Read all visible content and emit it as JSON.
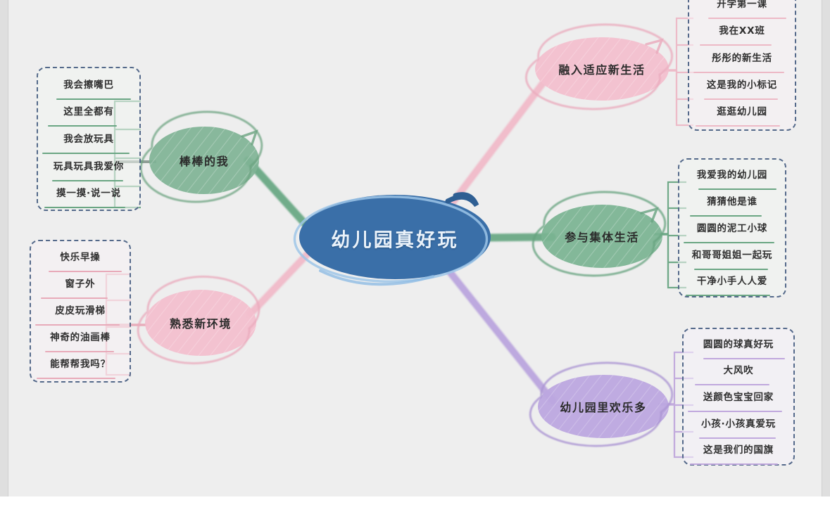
{
  "canvas": {
    "background_color": "#eeeeee",
    "page_background_color": "#ffffff"
  },
  "mindmap": {
    "center": {
      "label": "幼儿园真好玩",
      "color": "#3a6fa8",
      "text_color": "#eaf2fa"
    },
    "branches": [
      {
        "id": "branch-bangbang-de-wo",
        "label": "棒棒的我",
        "color": "#6aa683",
        "side": "left",
        "leaf_color": "#6aa683",
        "items": [
          "我会擦嘴巴",
          "这里全都有",
          "我会放玩具",
          "玩具玩具我爱你",
          "摸一摸·说一说"
        ]
      },
      {
        "id": "branch-shuxi-xin-huanjing",
        "label": "熟悉新环境",
        "color": "#f0bccb",
        "side": "left",
        "leaf_color": "#e8aab9",
        "items": [
          "快乐早操",
          "窗子外",
          "皮皮玩滑梯",
          "神奇的油画棒",
          "能帮帮我吗？"
        ]
      },
      {
        "id": "branch-rongru-shiying-xin-shenghuo",
        "label": "融入适应新生活",
        "color": "#f0bccb",
        "side": "right",
        "leaf_color": "#edb9c6",
        "items": [
          "开学第一课",
          "我在XX班",
          "彤彤的新生活",
          "这是我的小标记",
          "逛逛幼儿园"
        ]
      },
      {
        "id": "branch-canyu-jiti-shenghuo",
        "label": "参与集体生活",
        "color": "#79b391",
        "side": "right",
        "leaf_color": "#6aa683",
        "items": [
          "我爱我的幼儿园",
          "猜猜他是谁",
          "圆圆的泥工小球",
          "和哥哥姐姐一起玩",
          "干净小手人人爱"
        ]
      },
      {
        "id": "branch-youeryuan-li-huanle-duo",
        "label": "幼儿园里欢乐多",
        "color": "#b9a4dd",
        "side": "right",
        "leaf_color": "#c0a8dd",
        "items": [
          "圆圆的球真好玩",
          "大风吹",
          "送颜色宝宝回家",
          "小孩·小孩真爱玩",
          "这是我们的国旗"
        ]
      }
    ]
  }
}
